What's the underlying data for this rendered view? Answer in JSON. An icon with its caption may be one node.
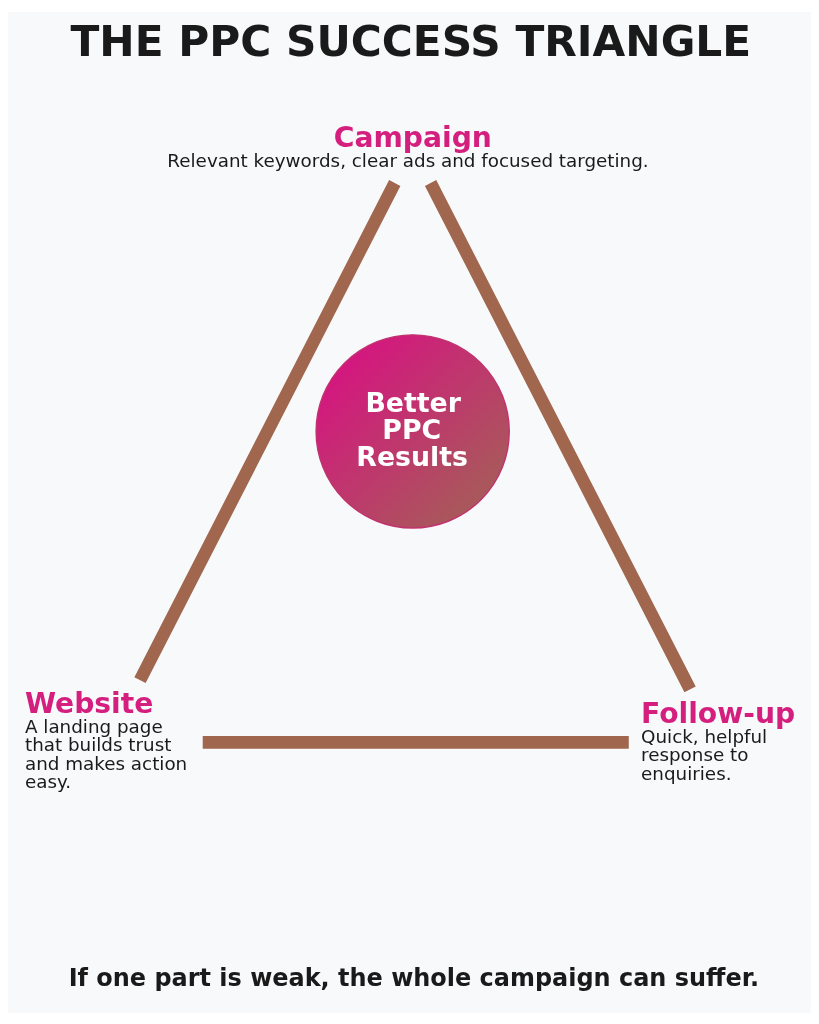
{
  "diagram": {
    "title": "THE PPC SUCCESS TRIANGLE",
    "caption": "If one part is weak, the whole campaign can suffer.",
    "nodes": [
      {
        "text": [
          "Campaign",
          "Relevant keywords, clear ads and focused targeting."
        ]
      },
      {
        "text": [
          "Better PPC Results"
        ]
      },
      {
        "text": [
          "Website",
          "A landing page that builds trust and makes action easy."
        ]
      },
      {
        "text": [
          "Follow-up",
          "Quick, helpful response to enquiries."
        ]
      }
    ],
    "edges": [
      {
        "from": 0,
        "to": 2,
        "arrow": "none"
      },
      {
        "from": 2,
        "to": 3,
        "arrow": "none"
      },
      {
        "from": 3,
        "to": 0,
        "arrow": "none"
      }
    ]
  }
}
